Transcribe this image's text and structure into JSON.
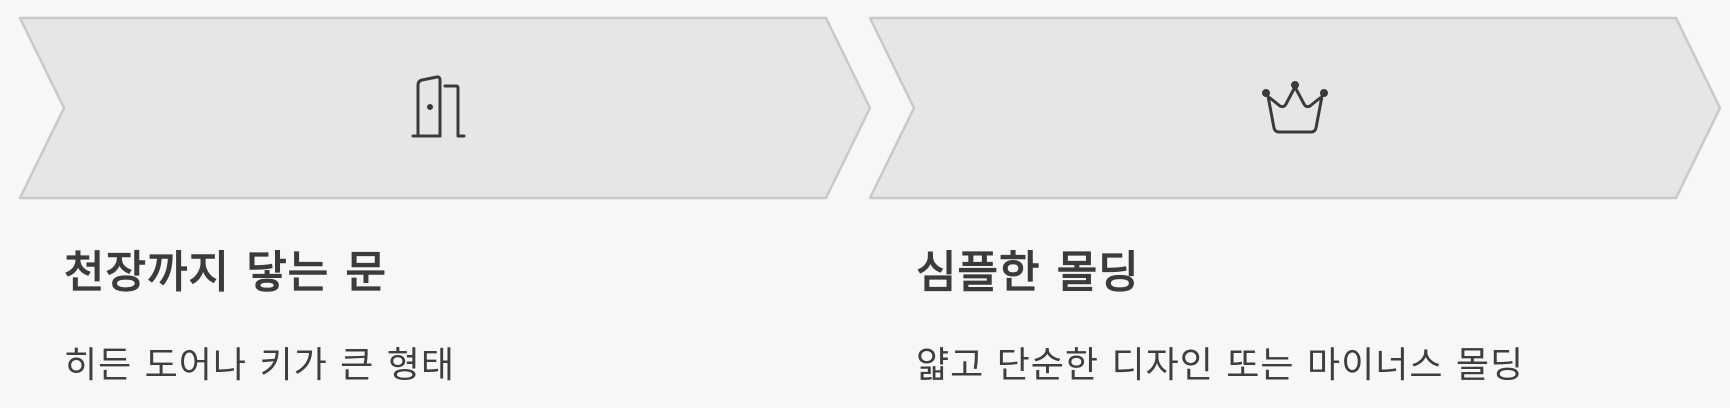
{
  "steps": [
    {
      "icon": "door-icon",
      "title": "천장까지 닿는 문",
      "description": "히든 도어나 키가 큰 형태"
    },
    {
      "icon": "crown-icon",
      "title": "심플한 몰딩",
      "description": "얇고 단순한 디자인 또는 마이너스 몰딩"
    }
  ],
  "colors": {
    "background": "#f7f7f7",
    "chevron_fill": "#e6e6e6",
    "chevron_stroke": "#c9c9c9",
    "text": "#3a3a3a"
  }
}
